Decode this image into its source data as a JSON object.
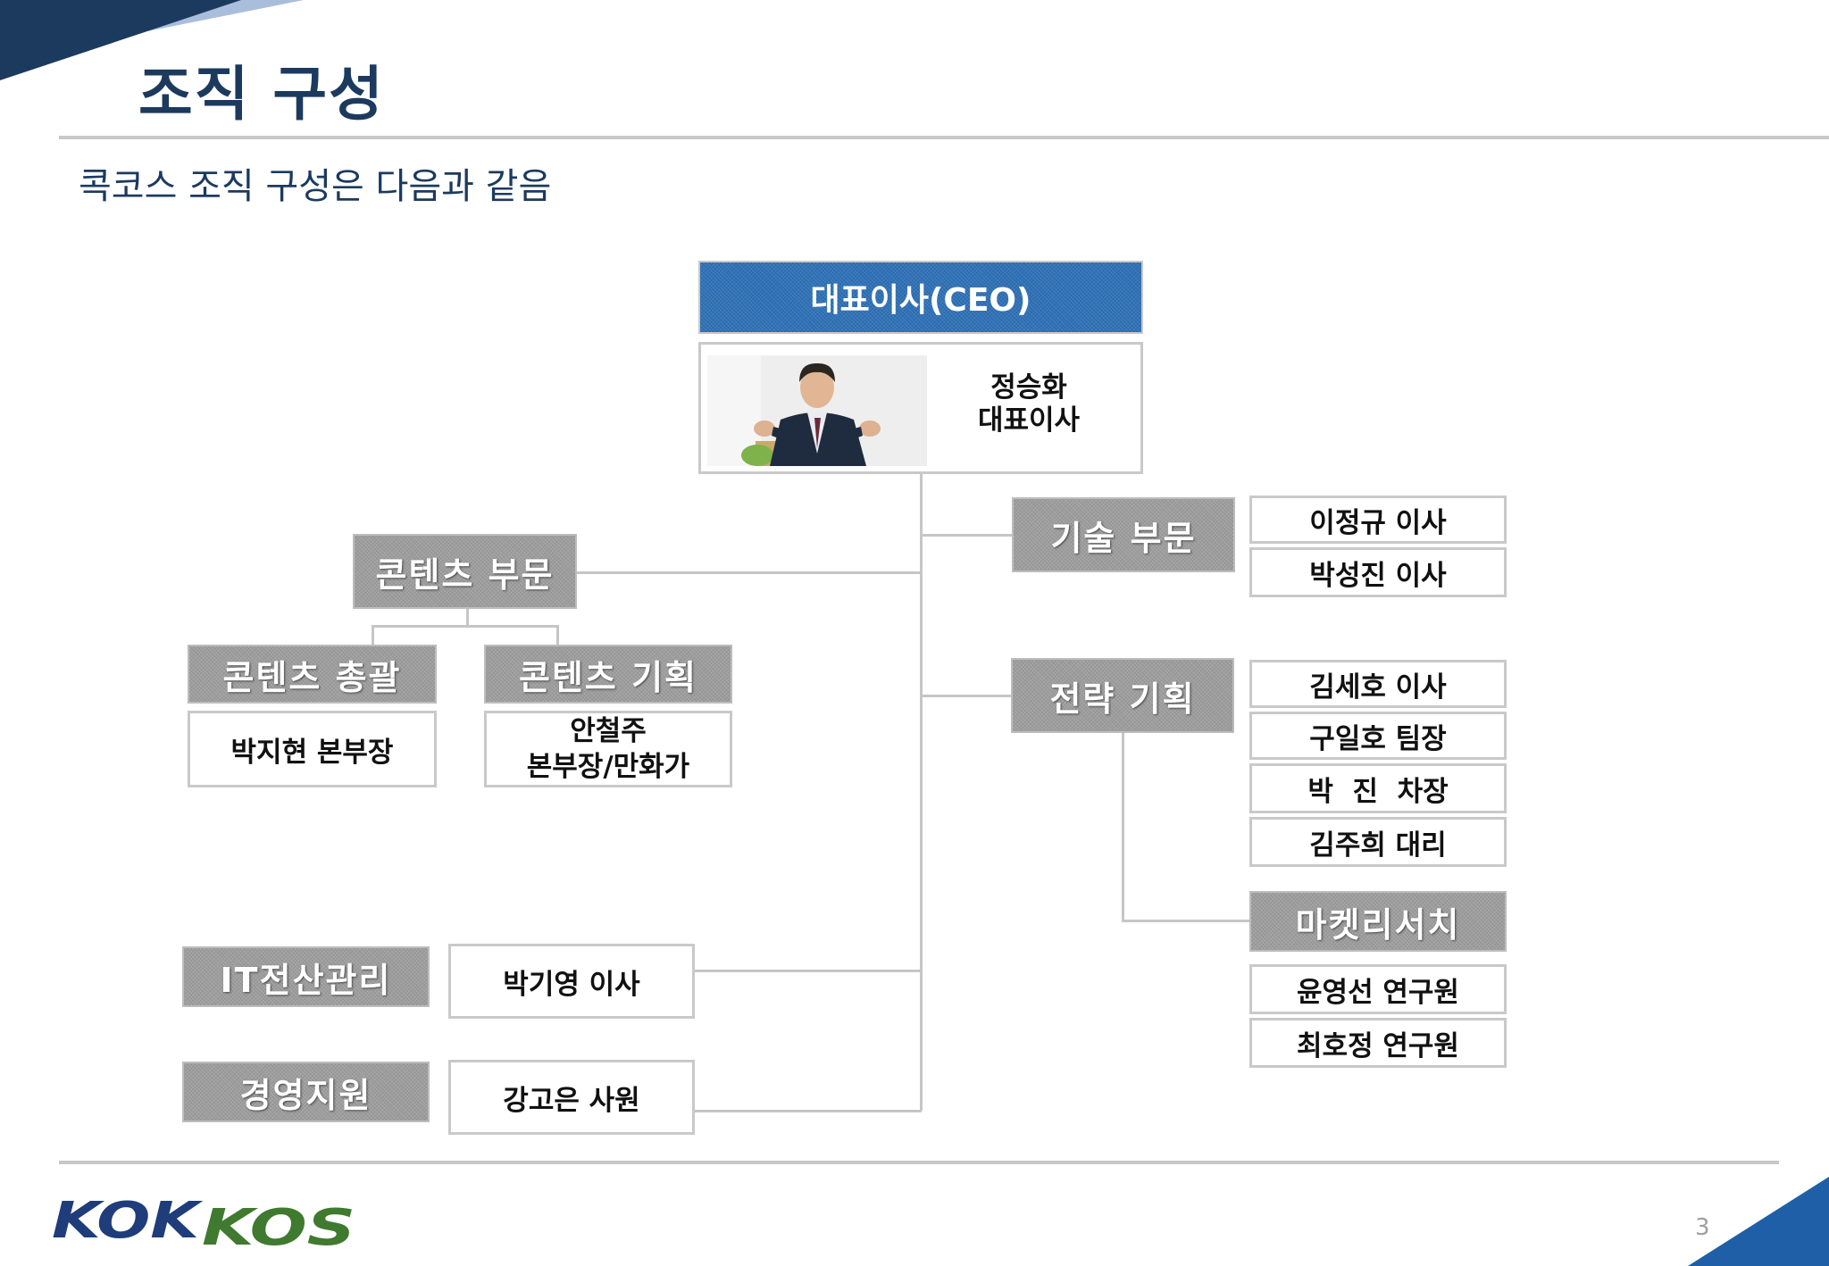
{
  "page": {
    "title": "조직 구성",
    "subtitle": "콕코스 조직 구성은 다음과 같음",
    "page_number": "3"
  },
  "logo": {
    "part1": "KOK",
    "part2": "KOS"
  },
  "ceo": {
    "header": "대표이사(CEO)",
    "name_line1": "정승화",
    "name_line2": "대표이사"
  },
  "content_division": {
    "label": "콘텐츠 부문",
    "general": {
      "label": "콘텐츠 총괄",
      "person": "박지현 본부장"
    },
    "planning": {
      "label": "콘텐츠 기획",
      "person_line1": "안철주",
      "person_line2": "본부장/만화가"
    }
  },
  "it_management": {
    "label": "IT전산관리",
    "person": "박기영 이사"
  },
  "management_support": {
    "label": "경영지원",
    "person": "강고은 사원"
  },
  "tech_division": {
    "label": "기술 부문",
    "members": [
      "이정규 이사",
      "박성진 이사"
    ]
  },
  "strategy_planning": {
    "label": "전략 기획",
    "members": [
      "김세호 이사",
      "구일호 팀장",
      "박  진  차장",
      "김주희 대리"
    ]
  },
  "market_research": {
    "label": "마켓리서치",
    "members": [
      "윤영선 연구원",
      "최호정 연구원"
    ]
  },
  "colors": {
    "title": "#1c3a5e",
    "ceo_header": "#2f72b8",
    "division_fill": "#9d9d9d",
    "logo_blue": "#1e3d7a",
    "logo_green": "#3f7a2f"
  }
}
